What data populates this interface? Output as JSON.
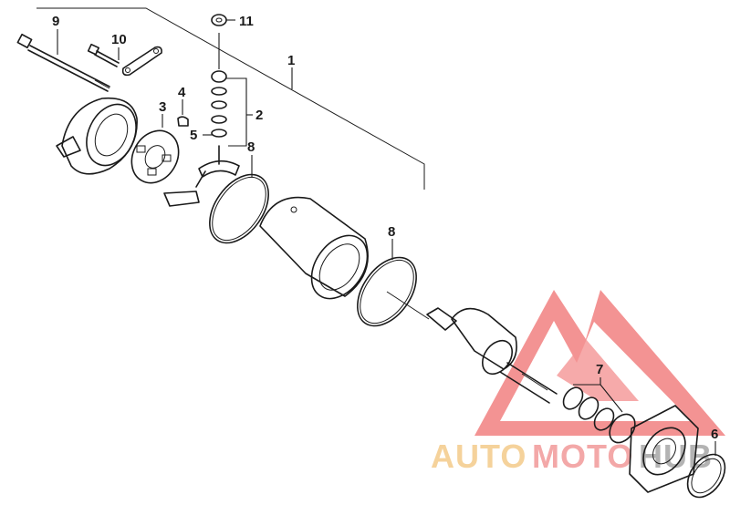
{
  "diagram": {
    "callouts": [
      {
        "id": "9",
        "text": "9"
      },
      {
        "id": "10",
        "text": "10"
      },
      {
        "id": "11",
        "text": "11"
      },
      {
        "id": "1",
        "text": "1"
      },
      {
        "id": "3",
        "text": "3"
      },
      {
        "id": "4",
        "text": "4"
      },
      {
        "id": "2",
        "text": "2"
      },
      {
        "id": "5",
        "text": "5"
      },
      {
        "id": "8a",
        "text": "8"
      },
      {
        "id": "8b",
        "text": "8"
      },
      {
        "id": "7",
        "text": "7"
      },
      {
        "id": "6",
        "text": "6"
      }
    ]
  },
  "watermark": {
    "word_part1": "AUTO",
    "word_part2": "MOTO",
    "word_part3": "HUB",
    "color_auto": "#f2c47a",
    "color_moto": "#f08b8b",
    "color_hub": "#9a9a9a",
    "color_triangle": "#f07070"
  }
}
